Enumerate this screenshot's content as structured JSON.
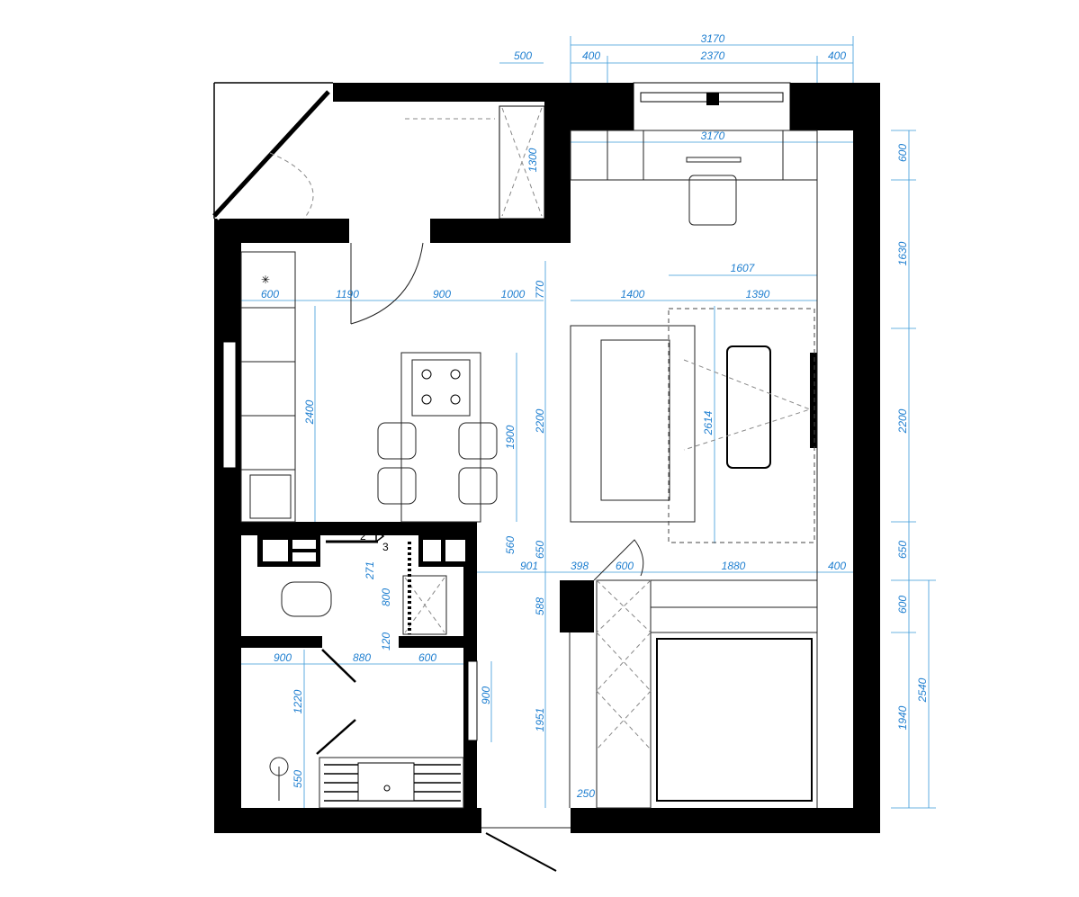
{
  "plan": {
    "accent_color": "#1f7fd0",
    "wall_color": "#000000",
    "door_marks": [
      "2",
      "3"
    ]
  },
  "dims": {
    "h": [
      "500",
      "3170",
      "400",
      "2370",
      "400",
      "3170",
      "600",
      "1190",
      "900",
      "1000",
      "1607",
      "1400",
      "1390",
      "901",
      "398",
      "600",
      "1880",
      "400",
      "900",
      "880",
      "600",
      "250"
    ],
    "v": [
      "1300",
      "600",
      "1630",
      "2200",
      "650",
      "600",
      "1940",
      "2540",
      "770",
      "2200",
      "650",
      "588",
      "1951",
      "2400",
      "1900",
      "2614",
      "560",
      "271",
      "800",
      "120",
      "900",
      "1220",
      "550"
    ]
  }
}
